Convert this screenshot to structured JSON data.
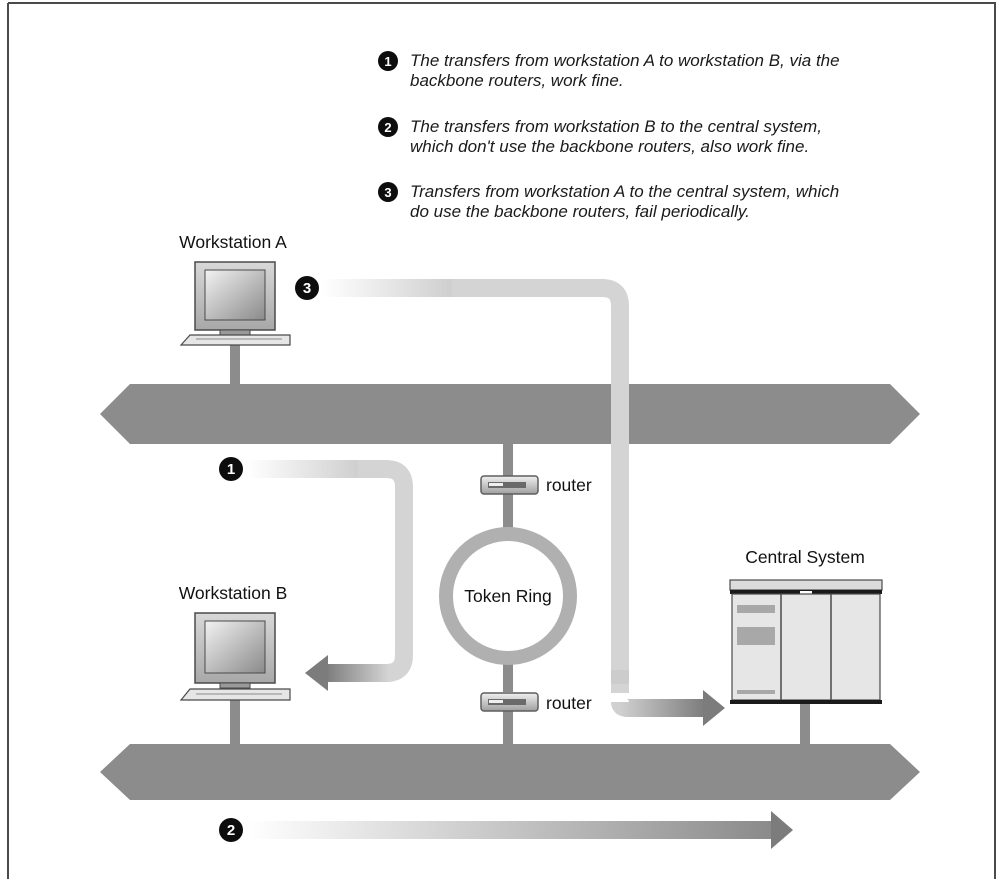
{
  "notes": [
    {
      "number": "1",
      "lines": [
        "The transfers from workstation A to workstation B, via the",
        "backbone routers, work fine."
      ]
    },
    {
      "number": "2",
      "lines": [
        "The transfers from workstation B to the central system,",
        "which don't use the backbone routers, also work fine."
      ]
    },
    {
      "number": "3",
      "lines": [
        "Transfers from workstation A to the central system, which",
        "do use the backbone routers, fail periodically."
      ]
    }
  ],
  "labels": {
    "workstation_a": "Workstation A",
    "workstation_b": "Workstation B",
    "central_system": "Central System",
    "token_ring": "Token Ring",
    "router_top": "router",
    "router_bottom": "router"
  },
  "path_markers": {
    "a_to_b": "1",
    "b_to_central": "2",
    "a_to_central": "3"
  },
  "colors": {
    "network_bar": "#8c8c8c",
    "path_light": "#e2e2e2",
    "path_dark": "#8a8a8a",
    "bubble": "#0d0d0d",
    "ring": "#b0b0b0"
  },
  "icons": {
    "workstation": "computer-icon",
    "router": "router-icon",
    "server": "server-cabinet-icon"
  }
}
